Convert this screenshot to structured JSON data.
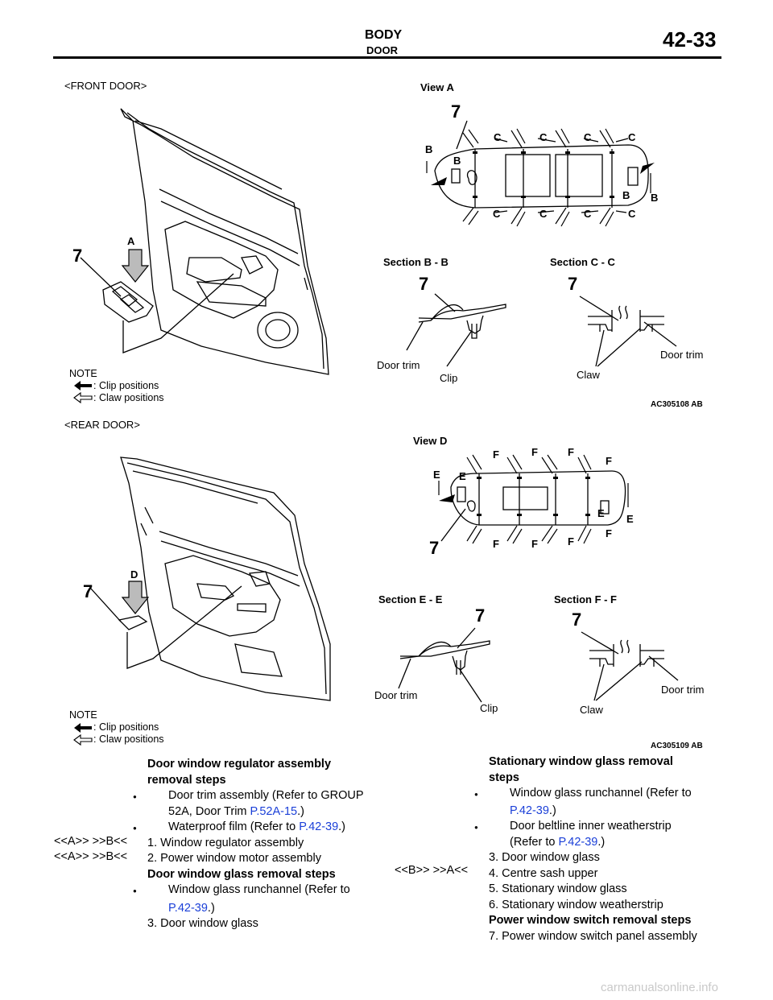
{
  "header": {
    "title": "BODY",
    "subtitle": "DOOR",
    "page_number": "42-33"
  },
  "front": {
    "heading": "<FRONT DOOR>",
    "view": "View A",
    "callout_A": "A",
    "num": "7",
    "sec1": "Section B - B",
    "sec2": "Section C - C",
    "door_trim": "Door trim",
    "clip": "Clip",
    "claw": "Claw",
    "B": "B",
    "C": "C",
    "note": "NOTE",
    "note_clip": ": Clip positions",
    "note_claw": ": Claw positions",
    "code": "AC305108",
    "code_suffix": "AB"
  },
  "rear": {
    "heading": "<REAR DOOR>",
    "view": "View D",
    "callout_D": "D",
    "num": "7",
    "sec1": "Section E - E",
    "sec2": "Section F - F",
    "door_trim": "Door trim",
    "clip": "Clip",
    "claw": "Claw",
    "E": "E",
    "F": "F",
    "note": "NOTE",
    "note_clip": ": Clip positions",
    "note_claw": ": Claw positions",
    "code": "AC305109",
    "code_suffix": "AB"
  },
  "left_col": {
    "h1a": "Door window regulator assembly",
    "h1b": "removal steps",
    "b1a": "Door trim assembly (Refer to GROUP",
    "b1b": "52A, Door Trim ",
    "b1b_link": "P.52A-15",
    "b1b_end": ".)",
    "b2": "Waterproof film (Refer to ",
    "b2_link": "P.42-39",
    "b2_end": ".)",
    "mark1": "<<A>>   >>B<<",
    "s1": "1.  Window regulator assembly",
    "mark2": "<<A>>   >>B<<",
    "s2": "2.  Power window motor assembly",
    "h2": "Door window glass removal steps",
    "b3": "Window glass runchannel (Refer to",
    "b3_link": "P.42-39",
    "b3_end": ".)",
    "s3": "3.  Door window glass"
  },
  "right_col": {
    "h1a": "Stationary window glass removal",
    "h1b": "steps",
    "b1": "Window glass runchannel (Refer to",
    "b1_link": "P.42-39",
    "b1_end": ".)",
    "b2": "Door beltline inner weatherstrip",
    "b2b": "(Refer to ",
    "b2_link": "P.42-39",
    "b2_end": ".)",
    "s3": "3.  Door window glass",
    "mark4": "<<B>>   >>A<<",
    "s4": "4.  Centre sash upper",
    "s5": "5.  Stationary window glass",
    "s6": "6.  Stationary window weatherstrip",
    "h2": "Power window switch removal steps",
    "s7": "7.  Power window switch panel assembly"
  },
  "watermark": "carmanualsonline.info"
}
